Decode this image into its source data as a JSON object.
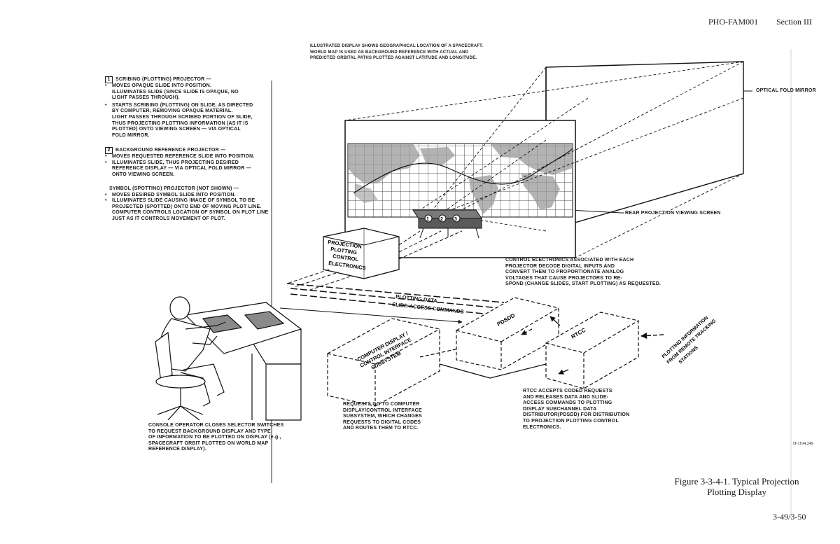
{
  "header": {
    "doc_id": "PHO-FAM001",
    "section": "Section III"
  },
  "top_caption": [
    "ILLUSTRATED DISPLAY SHOWS GEOGRAPHICAL LOCATION OF A SPACECRAFT.",
    "WORLD MAP IS USED AS BACKGROUND REFERENCE WITH ACTUAL AND",
    "PREDICTED ORBITAL PATHS PLOTTED AGAINST LATITUDE AND LONGITUDE."
  ],
  "left_notes": {
    "scribing": {
      "number": "1",
      "title": "SCRIBING (PLOTTING) PROJECTOR —",
      "b1": [
        "MOVES OPAQUE SLIDE INTO POSITION.",
        "ILLUMINATES SLIDE (SINCE SLIDE IS OPAQUE, NO",
        "LIGHT PASSES THROUGH)."
      ],
      "b2": [
        "STARTS SCRIBING (PLOTTING) ON SLIDE, AS DIRECTED",
        "BY COMPUTER, REMOVING OPAQUE MATERIAL.",
        "LIGHT PASSES THROUGH SCRIBED PORTION OF SLIDE,",
        "THUS PROJECTING PLOTTING INFORMATION (AS IT IS",
        "PLOTTED) ONTO VIEWING SCREEN — VIA OPTICAL",
        "FOLD MIRROR."
      ]
    },
    "background": {
      "number": "2",
      "title": "BACKGROUND REFERENCE PROJECTOR —",
      "b1": [
        "MOVES REQUESTED REFERENCE SLIDE INTO POSITION."
      ],
      "b2": [
        "ILLUMINATES SLIDE, THUS PROJECTING DESIRED",
        "REFERENCE DISPLAY — VIA OPTICAL FOLD MIRROR —",
        "ONTO VIEWING SCREEN."
      ]
    },
    "symbol": {
      "title": "SYMBOL (SPOTTING) PROJECTOR (NOT SHOWN) —",
      "b1": [
        "MOVES DESIRED SYMBOL SLIDE INTO POSITION."
      ],
      "b2": [
        "ILLUMINATES SLIDE CAUSING IMAGE OF SYMBOL TO BE",
        "PROJECTED (SPOTTED) ONTO END OF MOVING PLOT LINE.",
        "COMPUTER CONTROLS LOCATION OF SYMBOL ON PLOT LINE",
        "JUST AS IT CONTROLS MOVEMENT OF PLOT."
      ]
    }
  },
  "labels": {
    "optical_fold_mirror": "OPTICAL FOLD MIRROR",
    "rear_projection_screen": "REAR PROJECTION VIEWING SCREEN",
    "projection_box": [
      "PROJECTION",
      "PLOTTING",
      "CONTROL",
      "ELECTRONICS"
    ],
    "projector_numbers": [
      "1",
      "2",
      "3"
    ],
    "plotting_data": "PLOTTING DATA",
    "slide_access_commands": "SLIDE-ACCESS COMMANDS",
    "computer_display_box": [
      "COMPUTER DISPLAY /",
      "CONTROL INTERFACE",
      "SUBSYSTEM"
    ],
    "pdsdd_box": "PDSDD",
    "rtcc_box": "RTCC",
    "remote_stations": [
      "PLOTTING INFORMATION",
      "FROM REMOTE TRACKING",
      "STATIONS"
    ]
  },
  "notes": {
    "control_electronics": [
      "CONTROL ELECTRONICS ASSOCIATED WITH EACH",
      "PROJECTOR DECODE DIGITAL INPUTS AND",
      "CONVERT THEM TO PROPORTIONATE ANALOG",
      "VOLTAGES THAT CAUSE PROJECTORS TO RE-",
      "SPOND (CHANGE SLIDES, START PLOTTING) AS REQUESTED."
    ],
    "rtcc": [
      "RTCC ACCEPTS CODED REQUESTS",
      "AND RELEASES DATA AND SLIDE-",
      "ACCESS COMMANDS TO PLOTTING",
      "DISPLAY SUBCHANNEL DATA",
      "DISTRIBUTOR(PDSDD) FOR DISTRIBUTION",
      "TO PROJECTION PLOTTING CONTROL",
      "ELECTRONICS."
    ],
    "requests": [
      "REQUESTS GO TO COMPUTER",
      "DISPLAY/CONTROL INTERFACE",
      "SUBSYSTEM, WHICH CHANGES",
      "REQUESTS TO DIGITAL CODES",
      "AND ROUTES THEM TO RTCC."
    ],
    "console": [
      "CONSOLE OPERATOR CLOSES SELECTOR SWITCHES",
      "TO REQUEST BACKGROUND DISPLAY AND TYPE",
      "OF INFORMATION TO BE PLOTTED ON DISPLAY (e.g.,",
      "SPACECRAFT ORBIT PLOTTED ON WORLD MAP",
      "REFERENCE DISPLAY)."
    ]
  },
  "drawing_id": "H-1194.249",
  "figure_caption": [
    "Figure 3-3-4-1.  Typical Projection",
    "Plotting Display"
  ],
  "page_number": "3-49/3-50"
}
